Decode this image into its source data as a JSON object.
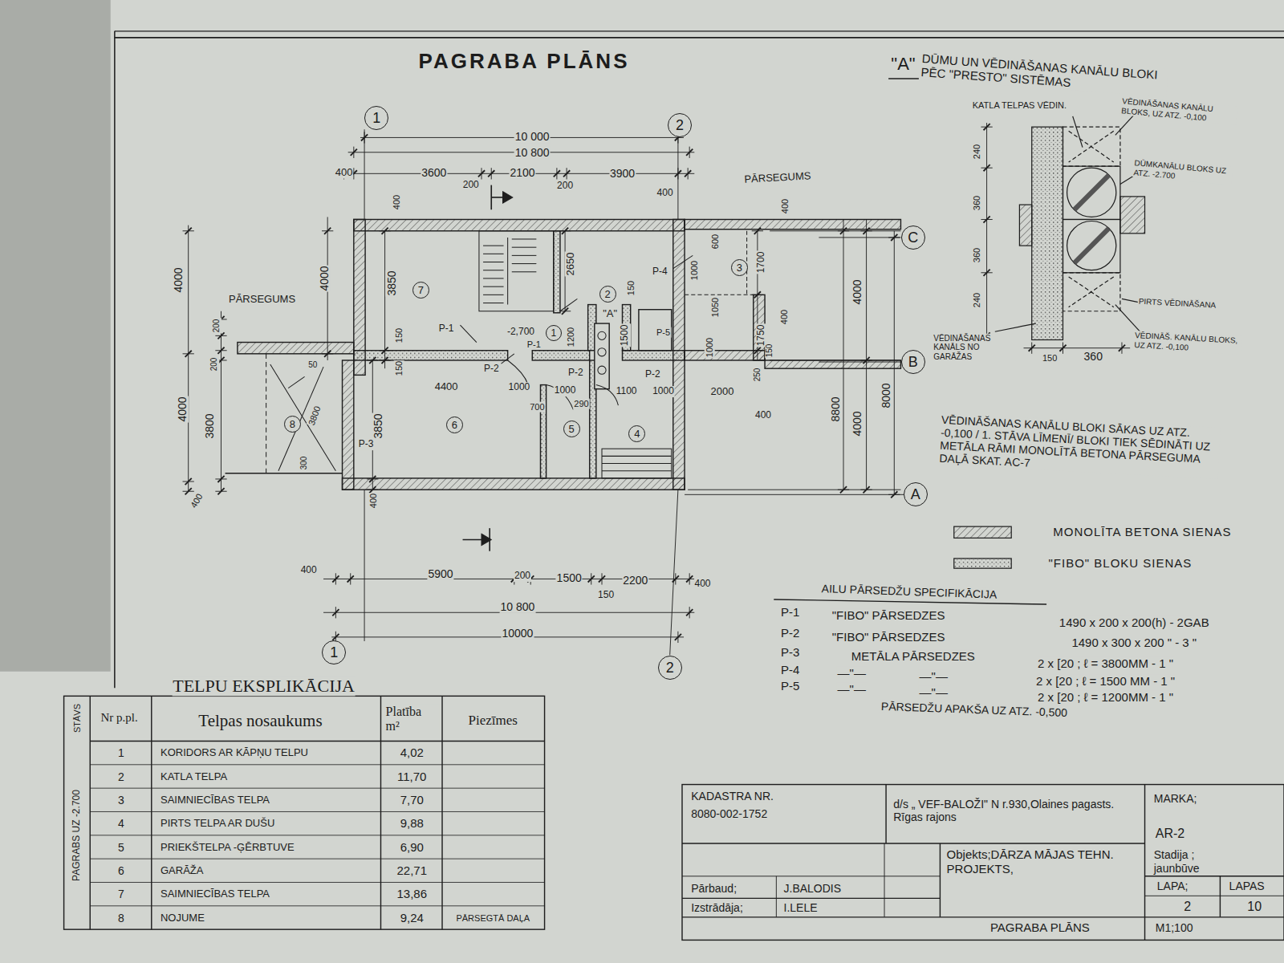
{
  "diagram": {
    "title": "PAGRABA PLĀNS",
    "nodes": [
      {
        "text": [
          "1"
        ]
      },
      {
        "text": [
          "2"
        ]
      },
      {
        "text": [
          "C"
        ]
      },
      {
        "text": [
          "B"
        ]
      },
      {
        "text": [
          "A"
        ]
      },
      {
        "text": [
          "1"
        ]
      },
      {
        "text": [
          "2"
        ]
      },
      {
        "text": [
          "7"
        ]
      },
      {
        "text": [
          "2"
        ]
      },
      {
        "text": [
          "3"
        ]
      },
      {
        "text": [
          "1"
        ]
      },
      {
        "text": [
          "8"
        ]
      },
      {
        "text": [
          "6"
        ]
      },
      {
        "text": [
          "5"
        ]
      },
      {
        "text": [
          "4"
        ]
      }
    ],
    "labels": [
      "10 000",
      "10 800",
      "400",
      "3600",
      "2100",
      "3900",
      "200",
      "200",
      "400",
      "PĀRSEGUMS",
      "400",
      "400",
      "4000",
      "4000",
      "PĀRSEGUMS",
      "3850",
      "2650",
      "P-4",
      "P-1",
      "-2,700",
      "P-1",
      "P-2",
      "P-2",
      "P-2",
      "P-5",
      "\"A\"",
      "150",
      "150",
      "1500",
      "150",
      "1200",
      "1000",
      "1050",
      "1000",
      "600",
      "1700",
      "1750",
      "400",
      "250",
      "150",
      "4400",
      "1000",
      "700",
      "1000",
      "290",
      "1100",
      "1000",
      "2000",
      "400",
      "200",
      "200",
      "4000",
      "3800",
      "3800",
      "50",
      "3850",
      "300",
      "P-3",
      "400",
      "400",
      "8800",
      "8000",
      "4000",
      "4000",
      "400",
      "5900",
      "200",
      "1500",
      "2200",
      "150",
      "400",
      "10 800",
      "10000",
      "\"A\"",
      "DŪMU UN VĒDINĀŠANAS KANĀLU BLOKI PĒC \"PRESTO\" SISTĒMAS",
      "KATLA TELPAS VĒDIN.",
      "VĒDINĀŠANAS KANĀLU BLOKS, UZ ATZ. -0,100",
      "DŪMKANĀLU BLOKS UZ ATZ. -2.700",
      "240",
      "360",
      "360",
      "240",
      "PIRTS VĒDINĀŠANA",
      "VĒDINĀŠANAS KANĀLS NO GARĀŽAS",
      "VĒDINĀŠ. KANĀLU BLOKS, UZ ATZ. -0,100",
      "150",
      "360",
      "VĒDINĀŠANAS KANĀLU BLOKI SĀKAS UZ ATZ. -0,100 / 1. STĀVA LĪMENĪ/ BLOKI TIEK SĒDINĀTI UZ METĀLA RĀMI MONOLĪTĀ BETONA PĀRSEGUMA DAĻĀ SKAT. AC-7",
      "AILU PĀRSEDŽU SPECIFIKĀCIJA",
      "P-1",
      "\"FIBO\" PĀRSEDZES",
      "1490 x 200 x 200(h) - 2GAB",
      "P-2",
      "\"FIBO\" PĀRSEDZES",
      "1490 x 300 x 200 \" - 3 \"",
      "P-3",
      "METĀLA PĀRSEDZES",
      "2 x [20 ; ℓ = 3800MM - 1 \"",
      "P-4",
      "—\"—",
      "—\"—",
      "2 x [20 ; ℓ = 1500 MM - 1 \"",
      "P-5",
      "—\"—",
      "—\"—",
      "2 x [20 ; ℓ = 1200MM - 1 \"",
      "PĀRSEDŽU APAKŠA UZ ATZ. -0,500",
      "TELPU EKSPLIKĀCIJA",
      "STĀVS",
      "Nr p.pl.",
      "Telpas nosaukums",
      "Platība m²",
      "Piezīmes",
      "PAGRABS UZ -2.700",
      "1",
      "KORIDORS AR KĀPŅU TELPU",
      "4,02",
      "2",
      "KATLA TELPA",
      "11,70",
      "3",
      "SAIMNIECĪBAS TELPA",
      "7,70",
      "4",
      "PIRTS TELPA AR DUŠU",
      "9,88",
      "5",
      "PRIEKŠTELPA -ĢĒRBTUVE",
      "6,90",
      "6",
      "GARĀŽA",
      "22,71",
      "7",
      "SAIMNIECĪBAS TELPA",
      "13,86",
      "8",
      "NOJUME",
      "9,24",
      "PĀRSEGTĀ DAĻA",
      "KADASTRA NR.",
      "8080-002-1752",
      "d/s „ VEF-BALOŽI\" N r.930,Olaines pagasts. Rīgas rajons",
      "MARKA;",
      "AR-2",
      "Objekts;DĀRZA MĀJAS TEHN. PROJEKTS,",
      "Stadija ; jaunbūve",
      "Pārbaud;",
      "J.BALODIS",
      "Izstrādāja;",
      "I.LELE",
      "LAPA;",
      "LAPAS",
      "2",
      "10",
      "PAGRABA PLĀNS",
      "M1;100"
    ],
    "legend": [
      {
        "text": "MONOLĪTA BETONA SIENAS"
      },
      {
        "text": "\"FIBO\" BLOKU SIENAS"
      }
    ]
  }
}
